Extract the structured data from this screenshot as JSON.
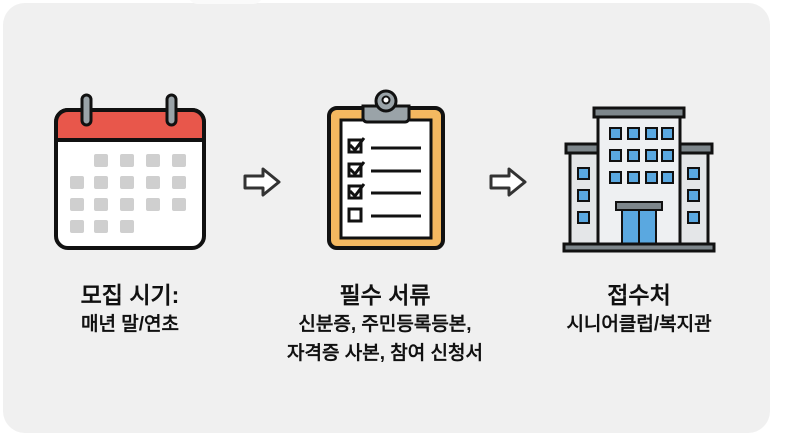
{
  "steps": [
    {
      "title": "모집 시기:",
      "lines": [
        "매년 말/연초"
      ],
      "icon": "calendar-icon"
    },
    {
      "title": "필수 서류",
      "lines": [
        "신분증, 주민등록등본,",
        "자격증 사본, 참여 신청서"
      ],
      "icon": "clipboard-checklist-icon"
    },
    {
      "title": "접수처",
      "lines": [
        "시니어클럽/복지관"
      ],
      "icon": "building-icon"
    }
  ],
  "colors": {
    "calendar_red": "#e8574b",
    "clipboard_orange": "#f4b860",
    "window_blue": "#5aa8e0",
    "panel_bg": "#f0f0f0"
  }
}
